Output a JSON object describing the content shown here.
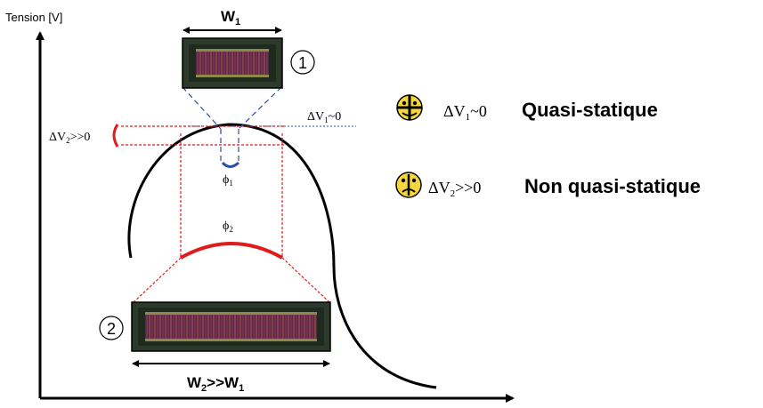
{
  "axes": {
    "y_label": "Tension [V]"
  },
  "chip1": {
    "width_label": "W",
    "width_sub": "1",
    "number": "1",
    "phase_label": "ϕ",
    "phase_sub": "1",
    "delta_label": "ΔV",
    "delta_sub": "1",
    "delta_tail": "~0"
  },
  "chip2": {
    "width_label_a": "W",
    "width_sub_a": "2",
    "width_label_b": ">>W",
    "width_sub_b": "1",
    "number": "2",
    "phase_label": "ϕ",
    "phase_sub": "2",
    "delta_label": "ΔV",
    "delta_sub": "2",
    "delta_tail": ">>0"
  },
  "legend": [
    {
      "icon": "happy-face-icon",
      "delta": "ΔV",
      "delta_sub": "1",
      "delta_tail": "~0",
      "label": "Quasi-statique"
    },
    {
      "icon": "sad-face-icon",
      "delta": "ΔV",
      "delta_sub": "2",
      "delta_tail": ">>0",
      "label": "Non quasi-statique"
    }
  ],
  "colors": {
    "curve": "#000000",
    "phi1_arc": "#2a4fa8",
    "phi2_arc": "#e01b1b",
    "blue_guides": "#2a4fa8",
    "red_guides": "#e01b1b",
    "face_fill": "#f6d63c",
    "chip_dark": "#1d2b1f",
    "chip_core": "#6b2a3a"
  }
}
